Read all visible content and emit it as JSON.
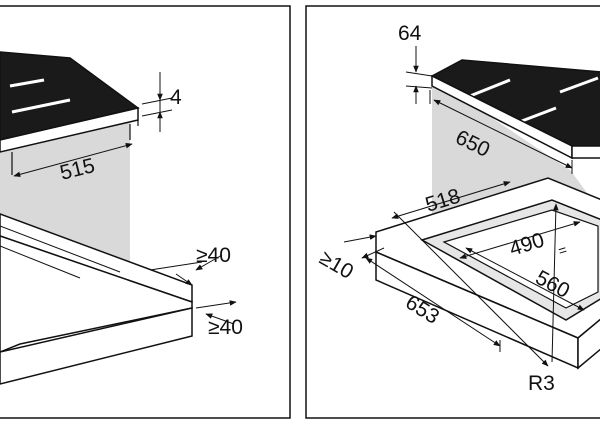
{
  "panels": {
    "left": {
      "dim_thickness": "4",
      "dim_depth": "515",
      "dim_clearance_top": "≥40",
      "dim_clearance_bottom": "≥40"
    },
    "right": {
      "dim_top_height": "64",
      "dim_hob_width": "650",
      "dim_cutout_outer": "518",
      "dim_cutout_inner": "490",
      "dim_min_clearance": "≥10",
      "dim_cutout_depth": "560",
      "dim_worktop_width": "653",
      "dim_corner_radius": "R3"
    }
  },
  "colors": {
    "hob_glass": "#1a1a1a",
    "cabinet_gray": "#d9d9d9",
    "line": "#111111"
  }
}
